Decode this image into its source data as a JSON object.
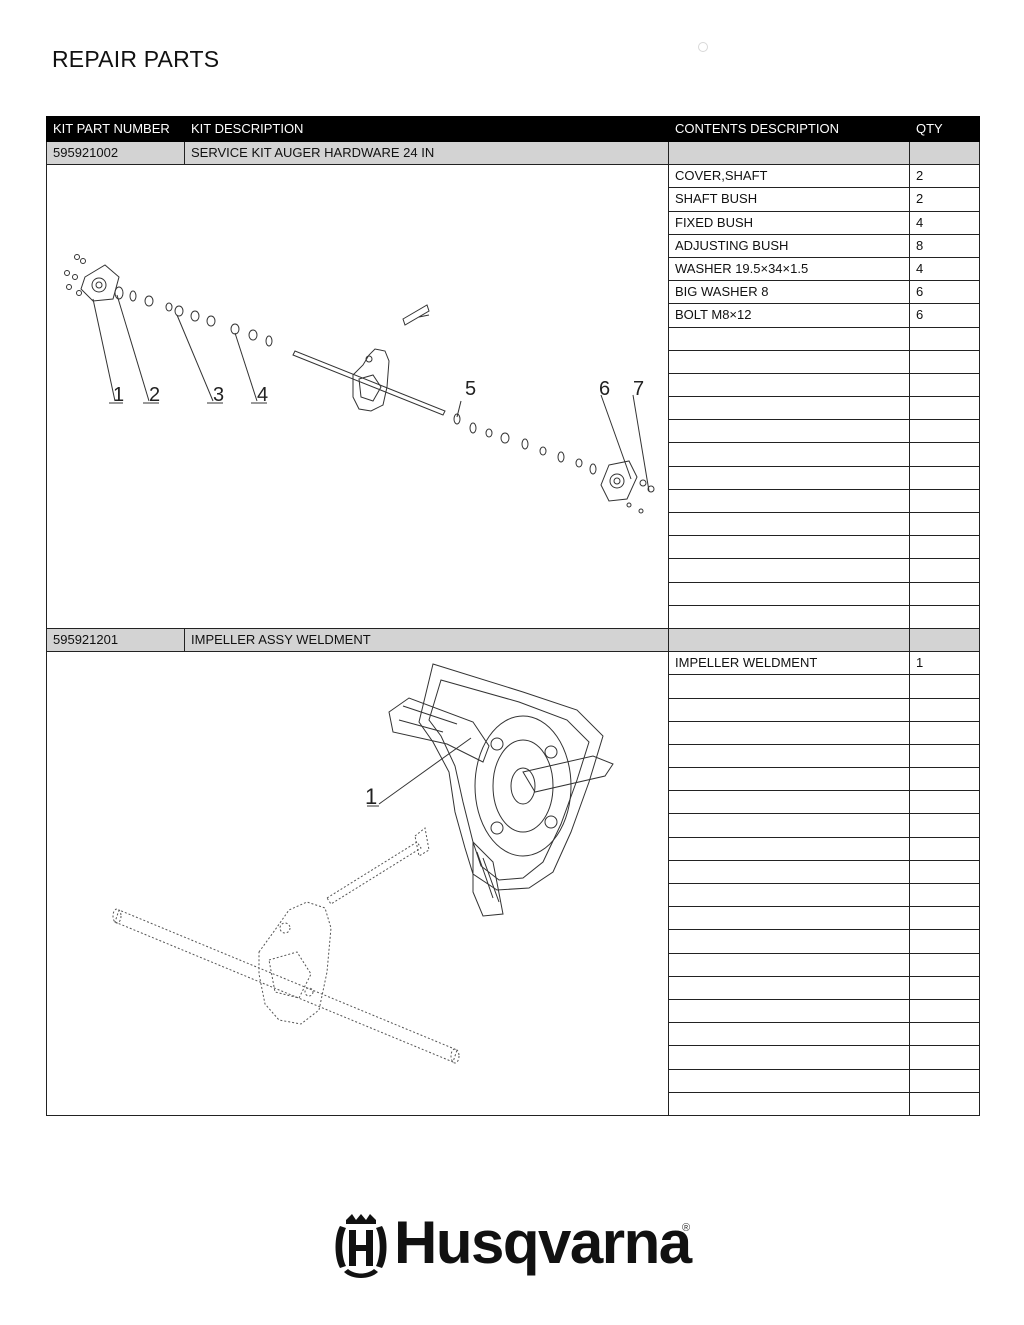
{
  "page": {
    "title": "REPAIR PARTS"
  },
  "table": {
    "headers": [
      "KIT PART NUMBER",
      "KIT DESCRIPTION",
      "CONTENTS DESCRIPTION",
      "QTY"
    ],
    "kits": [
      {
        "part_number": "595921002",
        "description": "SERVICE KIT AUGER HARDWARE 24 IN",
        "callouts": [
          "1",
          "2",
          "3",
          "4",
          "5",
          "6",
          "7"
        ],
        "contents": [
          {
            "name": "COVER,SHAFT",
            "qty": "2"
          },
          {
            "name": "SHAFT BUSH",
            "qty": "2"
          },
          {
            "name": "FIXED BUSH",
            "qty": "4"
          },
          {
            "name": "ADJUSTING BUSH",
            "qty": "8"
          },
          {
            "name": "WASHER 19.5×34×1.5",
            "qty": "4"
          },
          {
            "name": "BIG WASHER 8",
            "qty": "6"
          },
          {
            "name": "BOLT M8×12",
            "qty": "6"
          }
        ]
      },
      {
        "part_number": "595921201",
        "description": "IMPELLER ASSY WELDMENT",
        "callouts": [
          "1"
        ],
        "contents": [
          {
            "name": "IMPELLER WELDMENT",
            "qty": "1"
          }
        ]
      }
    ]
  },
  "footer": {
    "brand": "Husqvarna",
    "brand_mark": "®"
  }
}
